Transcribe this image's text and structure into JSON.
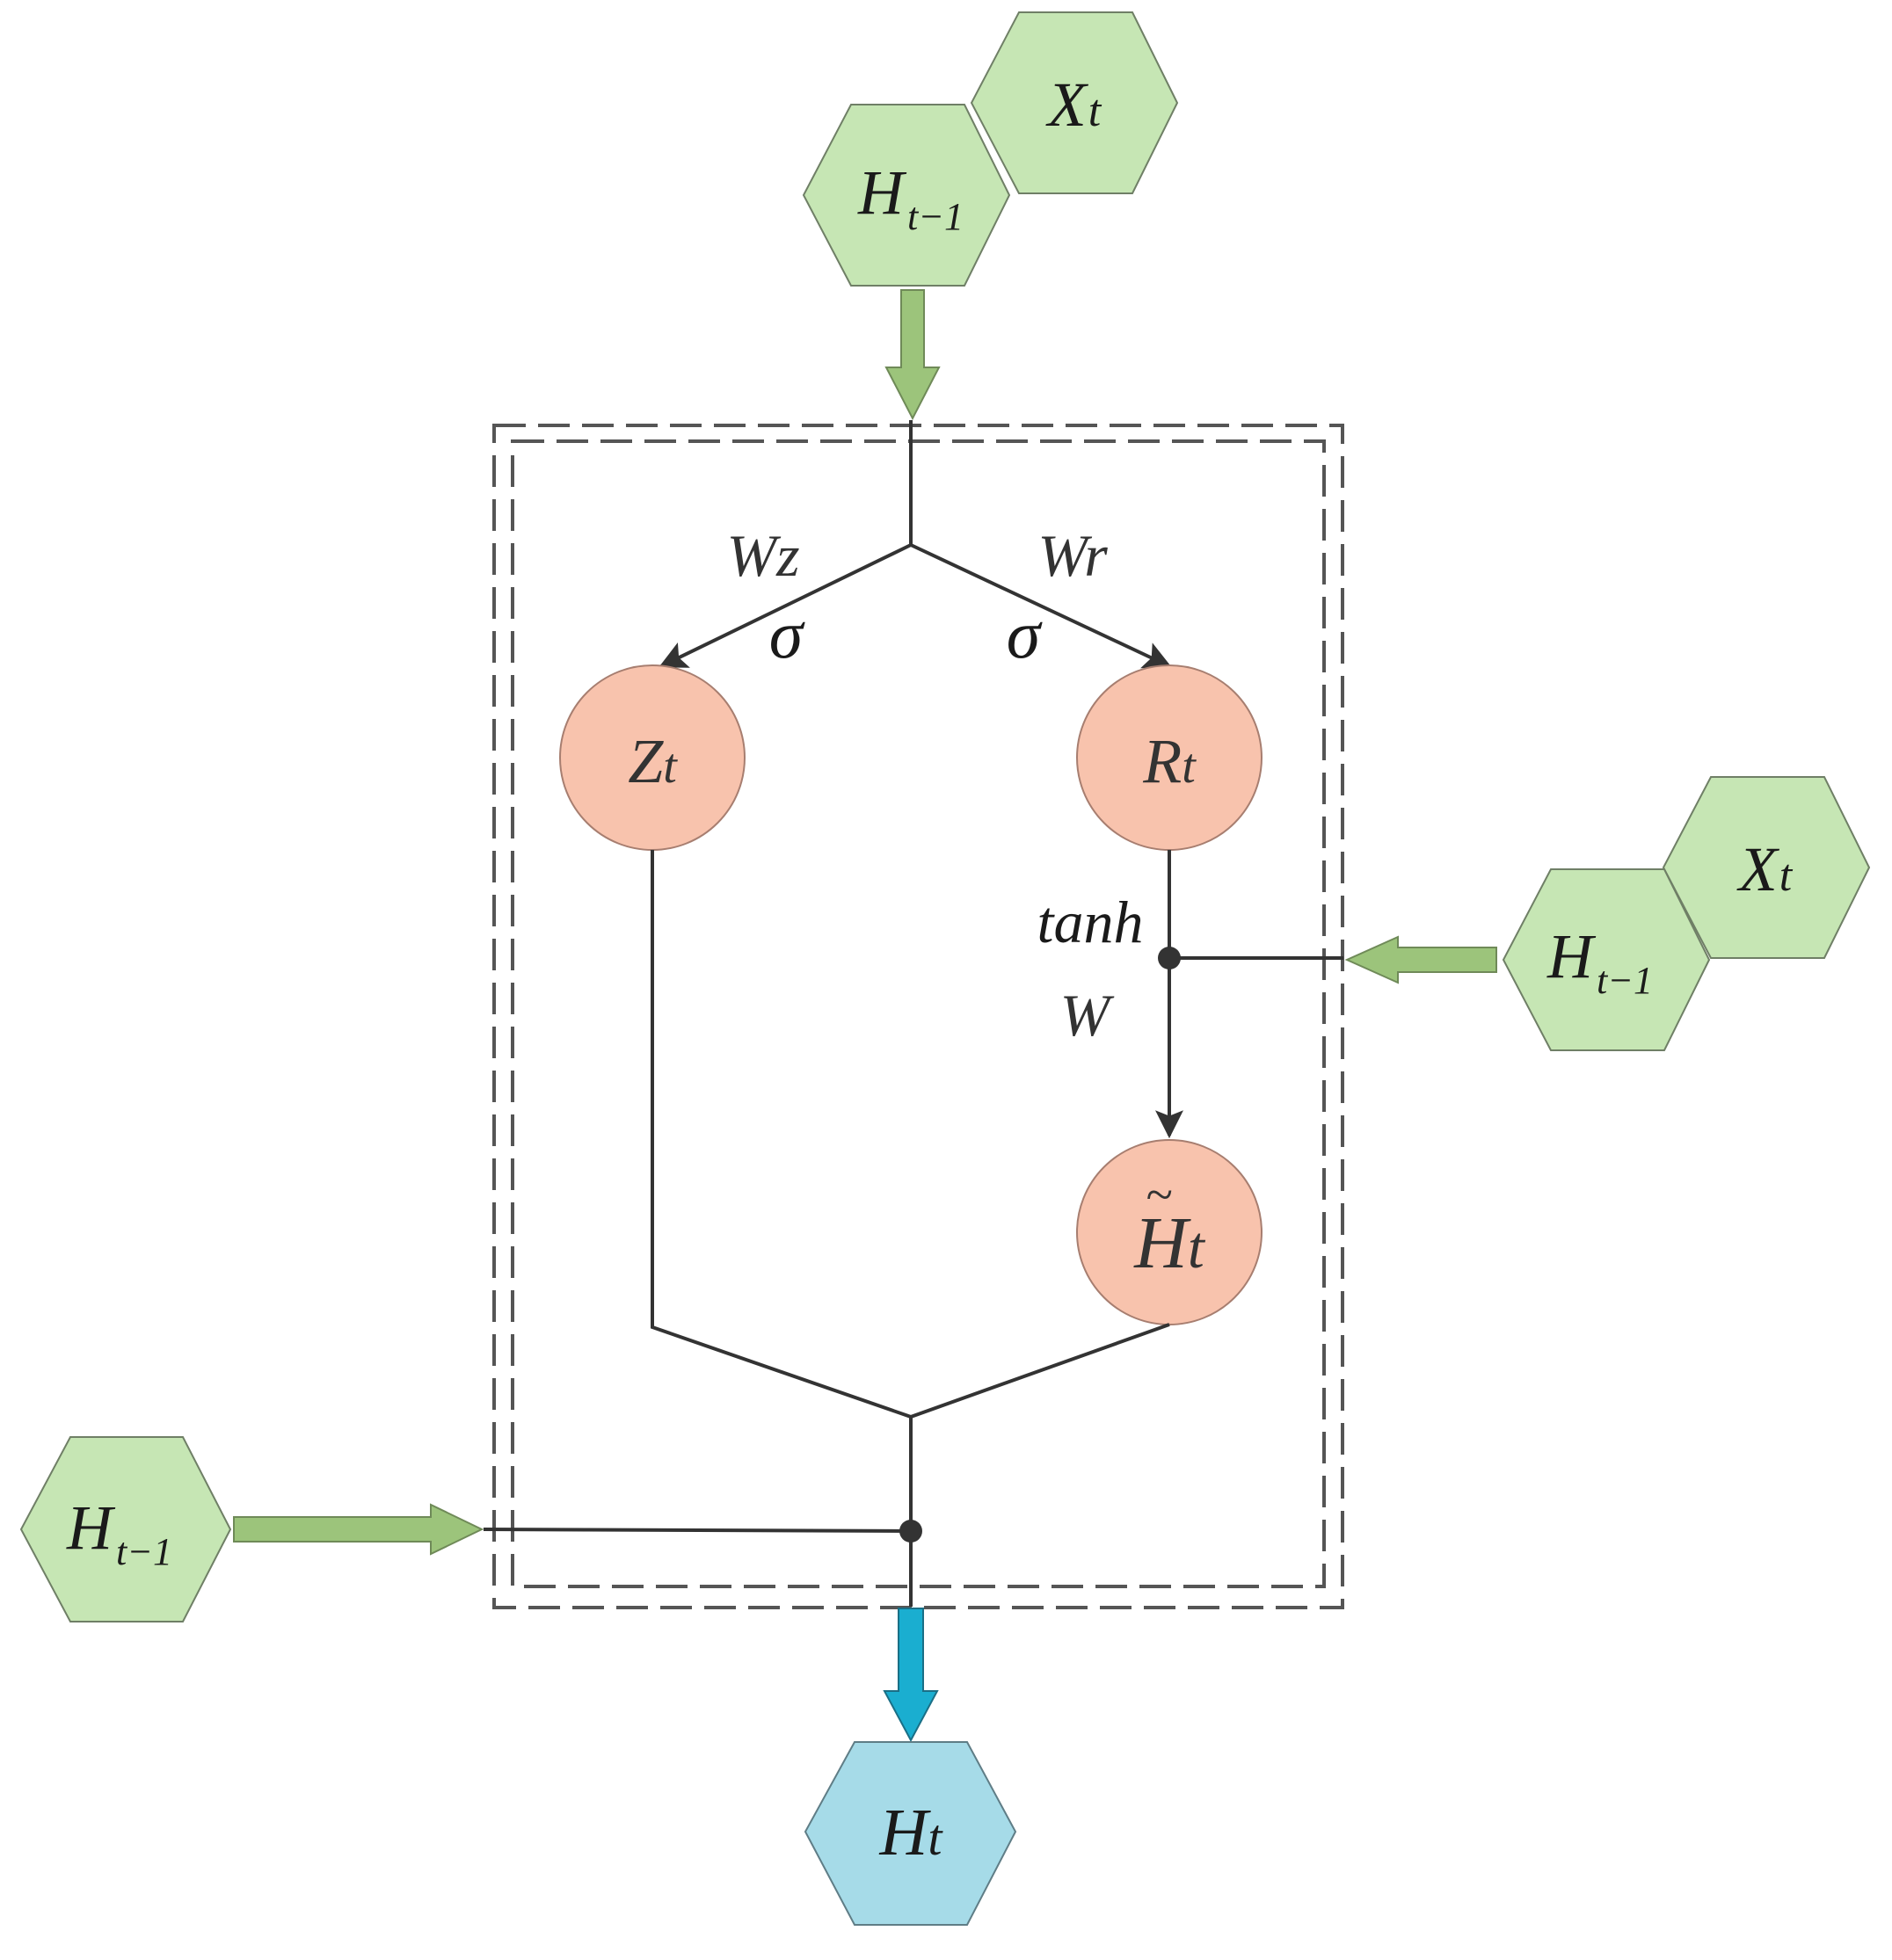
{
  "nodes": {
    "top_x": {
      "main": "X",
      "sub": "t"
    },
    "top_h": {
      "main": "H",
      "sub": "t−1"
    },
    "right_x": {
      "main": "X",
      "sub": "t"
    },
    "right_h": {
      "main": "H",
      "sub": "t−1"
    },
    "left_h": {
      "main": "H",
      "sub": "t−1"
    },
    "z_gate": {
      "main": "Z",
      "sub": "t"
    },
    "r_gate": {
      "main": "R",
      "sub": "t"
    },
    "h_candidate": {
      "main": "H",
      "sub": "t",
      "accent": "~"
    },
    "output_h": {
      "main": "H",
      "sub": "t"
    }
  },
  "edge_labels": {
    "wz": "Wz",
    "wr": "Wr",
    "sigma_left": "σ",
    "sigma_right": "σ",
    "tanh": "tanh",
    "w": "W"
  },
  "colors": {
    "input_node": "#c6e6b4",
    "gate_node": "#f8c3ad",
    "output_node": "#a6dbe8",
    "input_arrow": "#9cc47b",
    "output_arrow": "#1aaed0"
  }
}
